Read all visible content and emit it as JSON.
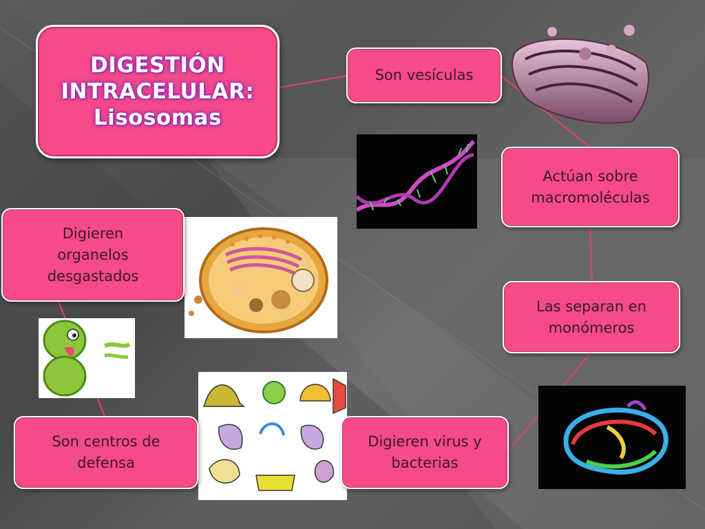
{
  "title": "DIGESTIÓN\nINTRACELULAR:\nLisosomas",
  "nodes": {
    "vesiculas": "Son vesículas",
    "macromoleculas": "Actúan sobre\nmacromoléculas",
    "monomeros": "Las separan en\nmonómeros",
    "virus": "Digieren virus y\nbacterias",
    "defensa": "Son centros de\ndefensa",
    "organelos": "Digieren\norganelos\ndesgastados"
  },
  "icons": {
    "golgi": "golgi-apparatus-illustration",
    "dna": "dna-helix-photo",
    "cell": "animal-cell-illustration",
    "protein": "protein-ribbon-photo",
    "bacterium": "cartoon-bacterium-illustration",
    "microbes": "cartoon-microbes-illustration"
  },
  "colors": {
    "node_fill": "#f64a8a",
    "node_border": "#ffffff",
    "connector": "#e0407e",
    "title_glow": "#9b30c8"
  }
}
